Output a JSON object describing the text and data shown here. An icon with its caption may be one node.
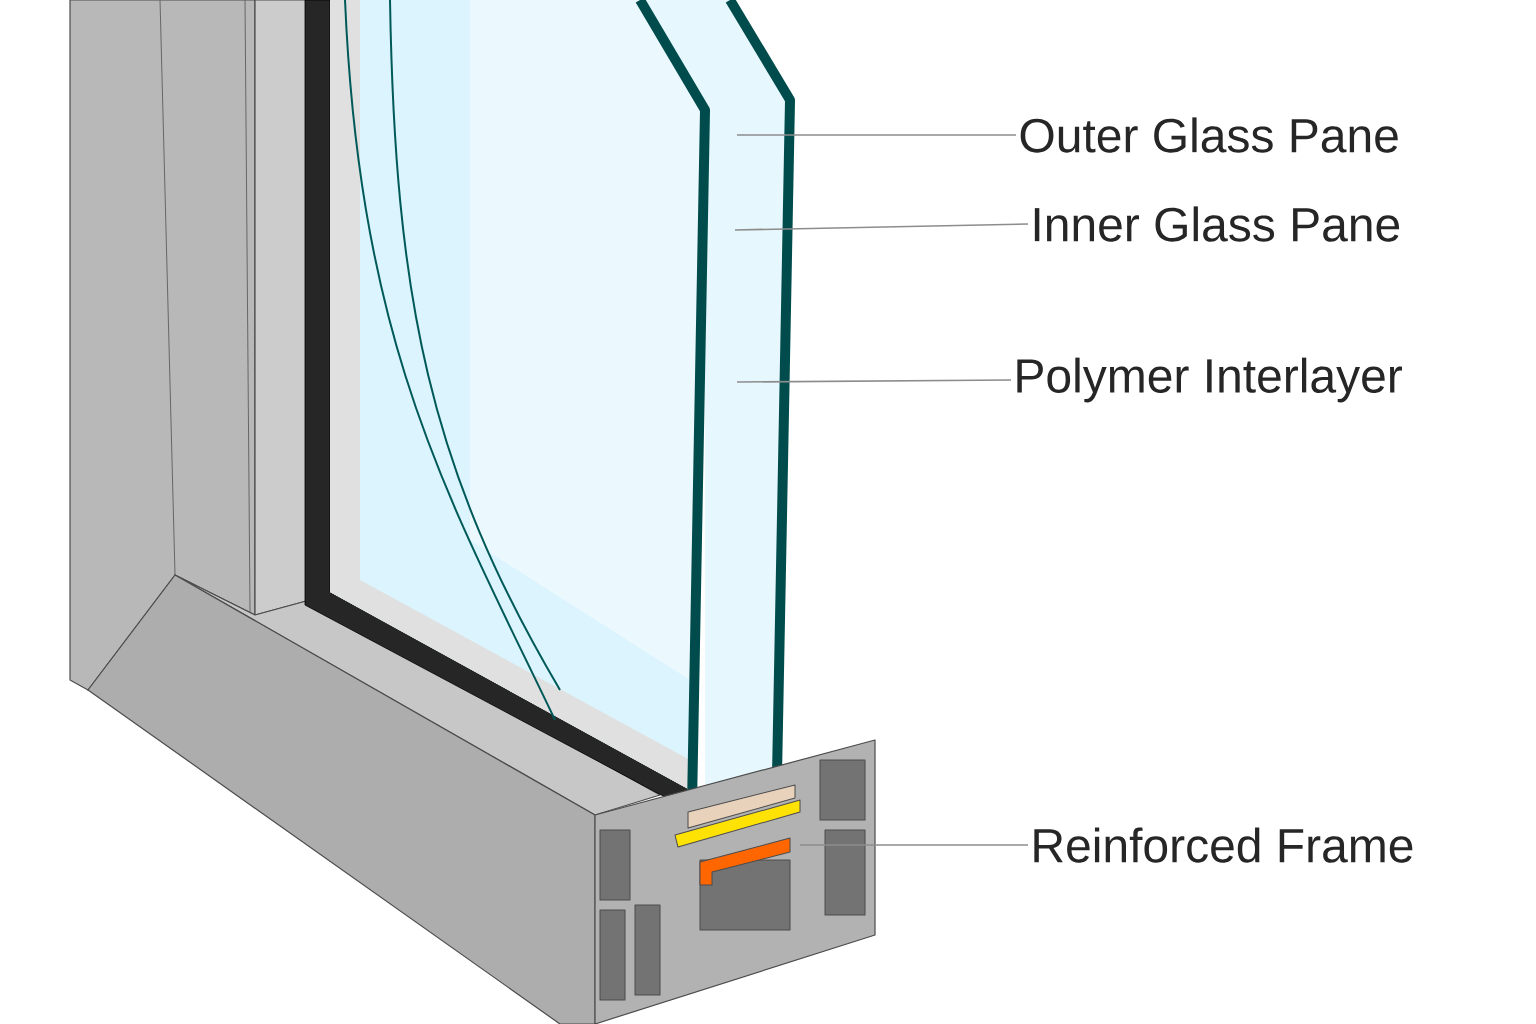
{
  "diagram": {
    "nodes": [
      {
        "text": [
          "Outer Glass Pane"
        ]
      },
      {
        "text": [
          "Inner Glass Pane"
        ]
      },
      {
        "text": [
          "Polymer Interlayer"
        ]
      },
      {
        "text": [
          "Reinforced Frame"
        ]
      }
    ],
    "edges": [
      {
        "from": 0,
        "to": null,
        "arrow": "none"
      },
      {
        "from": 1,
        "to": null,
        "arrow": "none"
      },
      {
        "from": 2,
        "to": null,
        "arrow": "none"
      },
      {
        "from": 3,
        "to": null,
        "arrow": "none"
      }
    ]
  }
}
